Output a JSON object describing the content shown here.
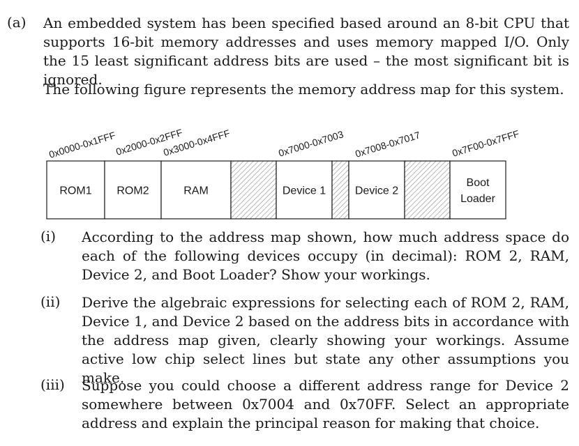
{
  "part_label": "(a)",
  "intro_paragraph": "An embedded system has been specified based around an 8-bit CPU that supports 16-bit memory addresses and uses memory mapped I/O. Only the 15 least significant address bits are used – the most significant bit is ignored.",
  "figure_intro": "The following figure represents the memory address map for this system.",
  "address_map": {
    "range_labels": [
      "0x0000-0x1FFF",
      "0x2000-0x2FFF",
      "0x3000-0x4FFF",
      "0x7000-0x7003",
      "0x7008-0x7017",
      "0x7F00-0x7FFF"
    ],
    "blocks": [
      {
        "label": "ROM1",
        "hatched": false
      },
      {
        "label": "ROM2",
        "hatched": false
      },
      {
        "label": "RAM",
        "hatched": false
      },
      {
        "label": "",
        "hatched": true
      },
      {
        "label": "Device 1",
        "hatched": false
      },
      {
        "label": "",
        "hatched": true
      },
      {
        "label": "Device 2",
        "hatched": false
      },
      {
        "label": "",
        "hatched": true
      },
      {
        "label": "Boot\nLoader",
        "hatched": false
      }
    ]
  },
  "questions": [
    {
      "label": "(i)",
      "text": "According to the address map shown, how much address space do each of the following devices occupy (in decimal): ROM 2, RAM, Device 2, and Boot Loader? Show your workings."
    },
    {
      "label": "(ii)",
      "text": "Derive the algebraic expressions for selecting each of ROM 2, RAM, Device 1, and Device 2 based on the address bits in accordance with the address map given, clearly showing your workings. Assume active low chip select lines but state any other assumptions you make."
    },
    {
      "label": "(iii)",
      "text": "Suppose you could choose a different address range for Device 2 somewhere between 0x7004 and 0x70FF. Select an appropriate address and explain the principal reason for making that choice."
    }
  ]
}
